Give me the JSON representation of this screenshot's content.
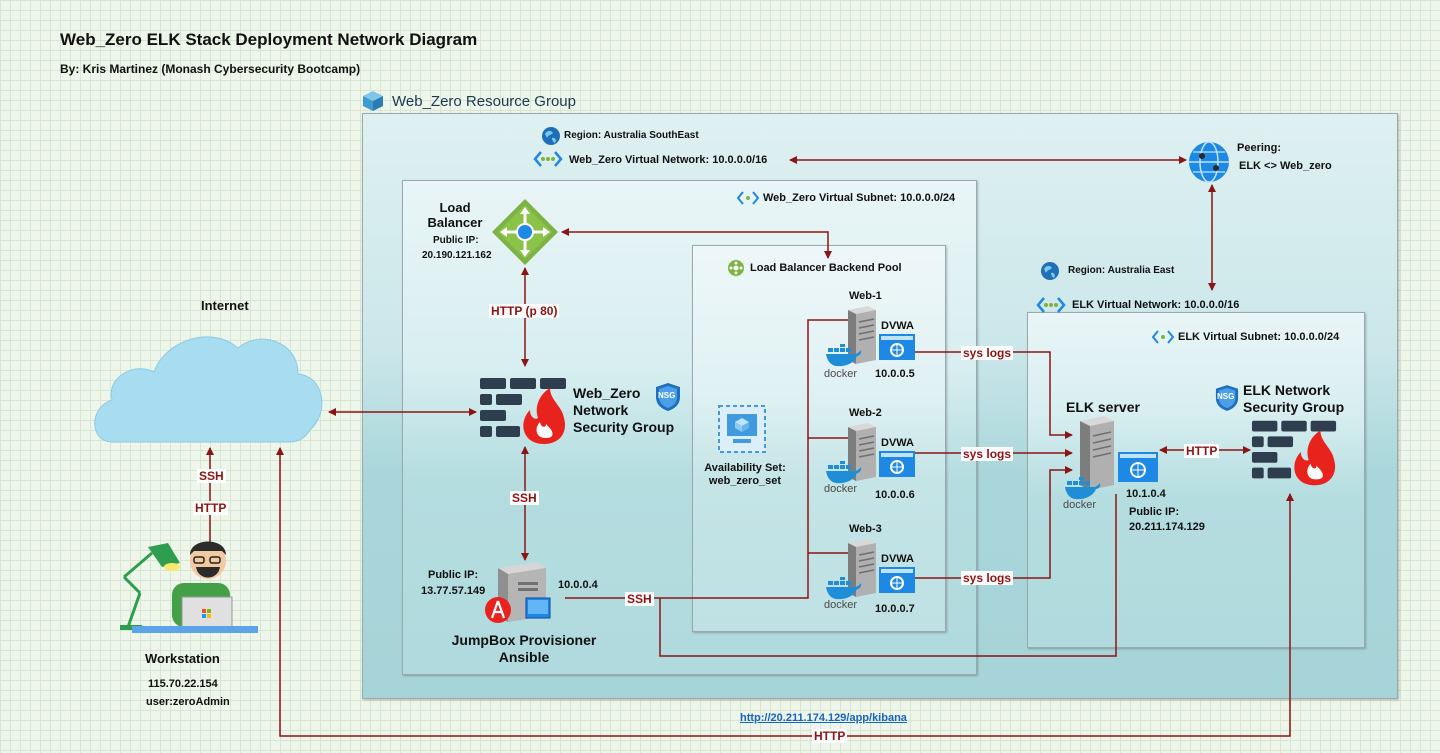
{
  "title": "Web_Zero ELK Stack Deployment Network Diagram",
  "byline": "By: Kris Martinez (Monash Cybersecurity Bootcamp)",
  "resource_group": "Web_Zero Resource Group",
  "web_zero_region": "Region: Australia SouthEast",
  "web_zero_vnet_label": "Web_Zero Virtual Network:",
  "web_zero_vnet_cidr": "10.0.0.0/16",
  "peering_title": "Peering:",
  "peering_value": "ELK <> Web_zero",
  "web_zero_subnet": "Web_Zero Virtual Subnet: 10.0.0.0/24",
  "load_balancer": {
    "line1": "Load",
    "line2": "Balancer",
    "ip_label": "Public IP:",
    "ip": "20.190.121.162"
  },
  "backend_pool": "Load Balancer Backend Pool",
  "availability_set": {
    "line1": "Availability Set:",
    "line2": "web_zero_set"
  },
  "web_nsg": {
    "line1": "Web_Zero",
    "line2": "Network",
    "line3": "Security Group",
    "badge": "NSG"
  },
  "jumpbox": {
    "ip_label": "Public IP:",
    "public_ip": "13.77.57.149",
    "private_ip": "10.0.0.4",
    "line1": "JumpBox Provisioner",
    "line2": "Ansible"
  },
  "webs": [
    {
      "name": "Web-1",
      "app": "DVWA",
      "ip": "10.0.0.5",
      "docker": "docker"
    },
    {
      "name": "Web-2",
      "app": "DVWA",
      "ip": "10.0.0.6",
      "docker": "docker"
    },
    {
      "name": "Web-3",
      "app": "DVWA",
      "ip": "10.0.0.7",
      "docker": "docker"
    }
  ],
  "internet": "Internet",
  "workstation": {
    "name": "Workstation",
    "ip": "115.70.22.154",
    "user": "user:zeroAdmin"
  },
  "elk_region": "Region: Australia East",
  "elk_vnet": "ELK Virtual Network: 10.0.0.0/16",
  "elk_subnet": "ELK Virtual Subnet: 10.0.0.0/24",
  "elk_server": {
    "name": "ELK server",
    "private_ip": "10.1.0.4",
    "ip_label": "Public IP:",
    "public_ip": "20.211.174.129",
    "docker": "docker"
  },
  "elk_nsg": {
    "line1": "ELK Network",
    "line2": "Security Group",
    "badge": "NSG"
  },
  "protocols": {
    "http_p80": "HTTP (p 80)",
    "ssh": "SSH",
    "http": "HTTP",
    "sys_logs": "sys logs"
  },
  "kibana_url": "http://20.211.174.129/app/kibana",
  "colors": {
    "arrow": "#8b1414",
    "nsg_fire": "#e8231e",
    "firewall_blocks": "#2e3e4f",
    "lb_diamond": "#7cb342",
    "azure_blue": "#1e88e5",
    "docker_blue": "#1f8ed6",
    "cloud": "#a8dcf0"
  }
}
